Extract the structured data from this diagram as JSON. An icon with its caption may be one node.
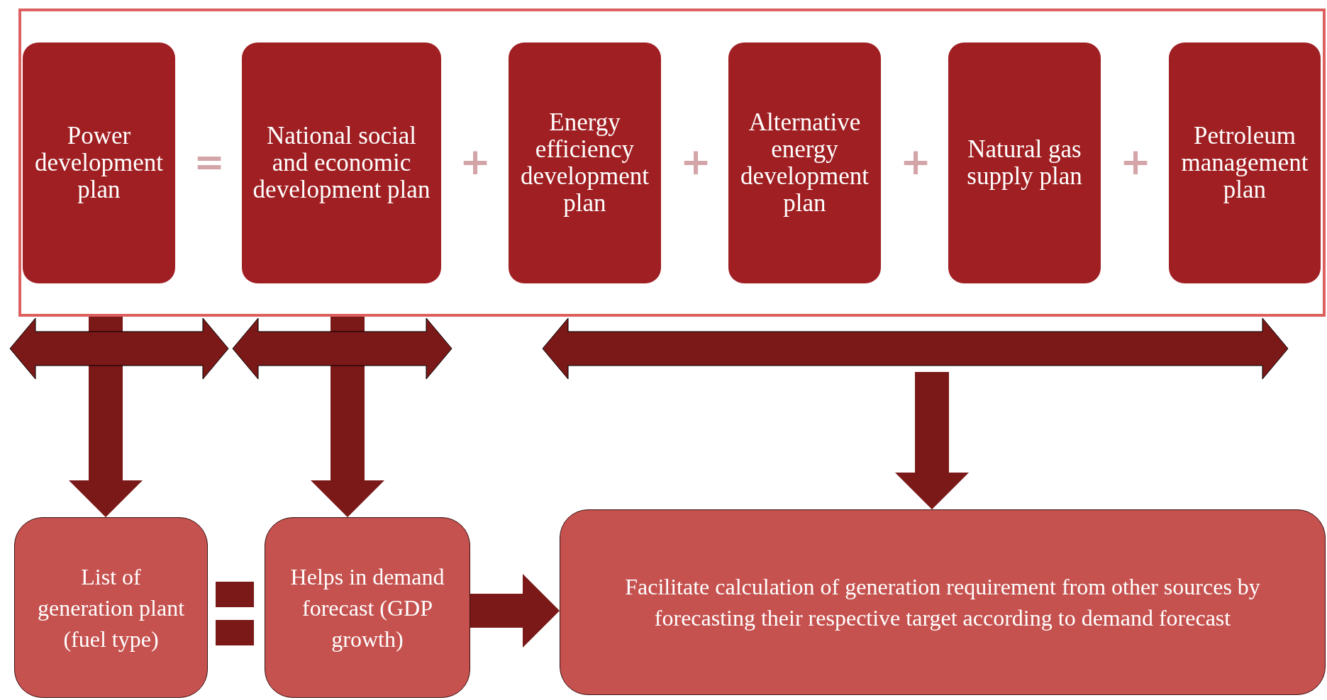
{
  "diagram": {
    "nodes": [
      {
        "text": [],
        "shape": "box"
      },
      {
        "text": [
          "Power development plan"
        ],
        "in": 0
      },
      {
        "text": [
          "National social and economic development plan"
        ],
        "in": 0
      },
      {
        "text": [
          "Energy efficiency development plan"
        ],
        "in": 0
      },
      {
        "text": [
          "Alternative energy development plan"
        ],
        "in": 0
      },
      {
        "text": [
          "Natural gas supply plan"
        ],
        "in": 0
      },
      {
        "text": [
          "Petroleum management plan"
        ],
        "in": 0
      },
      {
        "text": [
          "List of generation plant (fuel type)"
        ]
      },
      {
        "text": [
          "Helps in demand forecast (GDP growth)"
        ]
      },
      {
        "text": [
          "Facilitate calculation of generation requirement from other sources by forecasting their respective target according to demand forecast"
        ]
      }
    ],
    "edges": [
      {
        "from": 1,
        "to": 7,
        "arrow": "to"
      },
      {
        "from": 2,
        "to": 8,
        "arrow": "to"
      },
      {
        "from": null,
        "to": 9,
        "arrow": "to"
      },
      {
        "from": 8,
        "to": 9,
        "arrow": "to"
      }
    ],
    "labels": [
      "=",
      "+",
      "+",
      "+",
      "+"
    ]
  }
}
